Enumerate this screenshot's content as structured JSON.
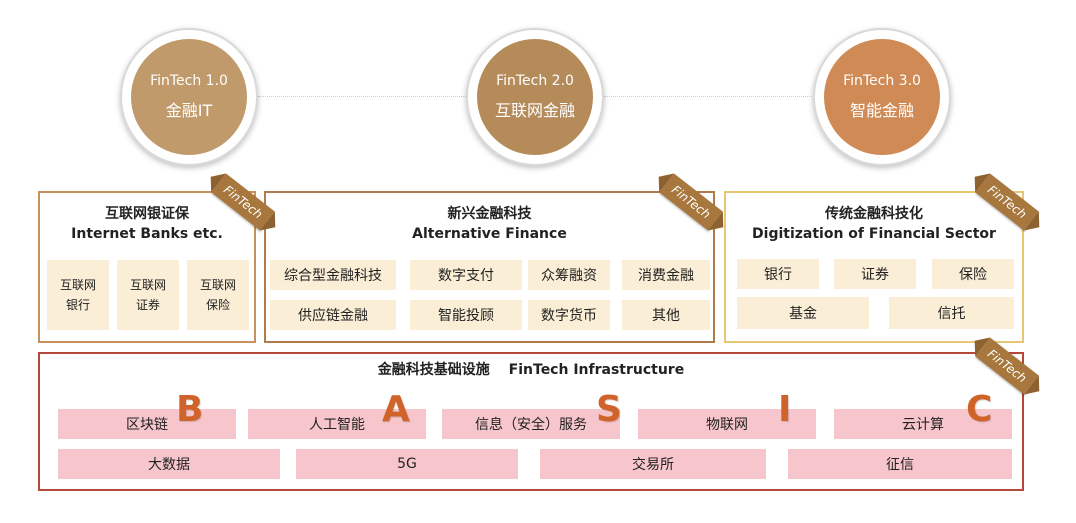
{
  "stages": [
    {
      "title": "FinTech 1.0",
      "subtitle": "金融IT",
      "color": "#c09a6a"
    },
    {
      "title": "FinTech 2.0",
      "subtitle": "互联网金融",
      "color": "#b58b5a"
    },
    {
      "title": "FinTech 3.0",
      "subtitle": "智能金融",
      "color": "#cf8a55"
    }
  ],
  "ribbon_label": "FinTech",
  "internet_banks": {
    "title_cn": "互联网银证保",
    "title_en": "Internet Banks etc.",
    "items": [
      {
        "line1": "互联网",
        "line2": "银行"
      },
      {
        "line1": "互联网",
        "line2": "证券"
      },
      {
        "line1": "互联网",
        "line2": "保险"
      }
    ]
  },
  "alternative_finance": {
    "title_cn": "新兴金融科技",
    "title_en": "Alternative Finance",
    "items": [
      "综合型金融科技",
      "数字支付",
      "众筹融资",
      "消费金融",
      "供应链金融",
      "智能投顾",
      "数字货币",
      "其他"
    ]
  },
  "digitization": {
    "title_cn": "传统金融科技化",
    "title_en": "Digitization of Financial Sector",
    "items": [
      "银行",
      "证券",
      "保险",
      "基金",
      "信托"
    ]
  },
  "infrastructure": {
    "title": "金融科技基础设施　 FinTech Infrastructure",
    "row1": [
      "区块链",
      "人工智能",
      "信息（安全）服务",
      "物联网",
      "云计算"
    ],
    "letters": [
      "B",
      "A",
      "S",
      "I",
      "C"
    ],
    "row2": [
      "大数据",
      "5G",
      "交易所",
      "征信"
    ]
  },
  "colors": {
    "panel_border_1": "#c9905f",
    "panel_border_2": "#b07a4c",
    "panel_border_3": "#e8c774",
    "panel_border_infra": "#b5483a",
    "cell_beige": "#fbeed6",
    "cell_pink": "#f7c6cc",
    "letter": "#d0632a",
    "ribbon": "#a7773e"
  }
}
